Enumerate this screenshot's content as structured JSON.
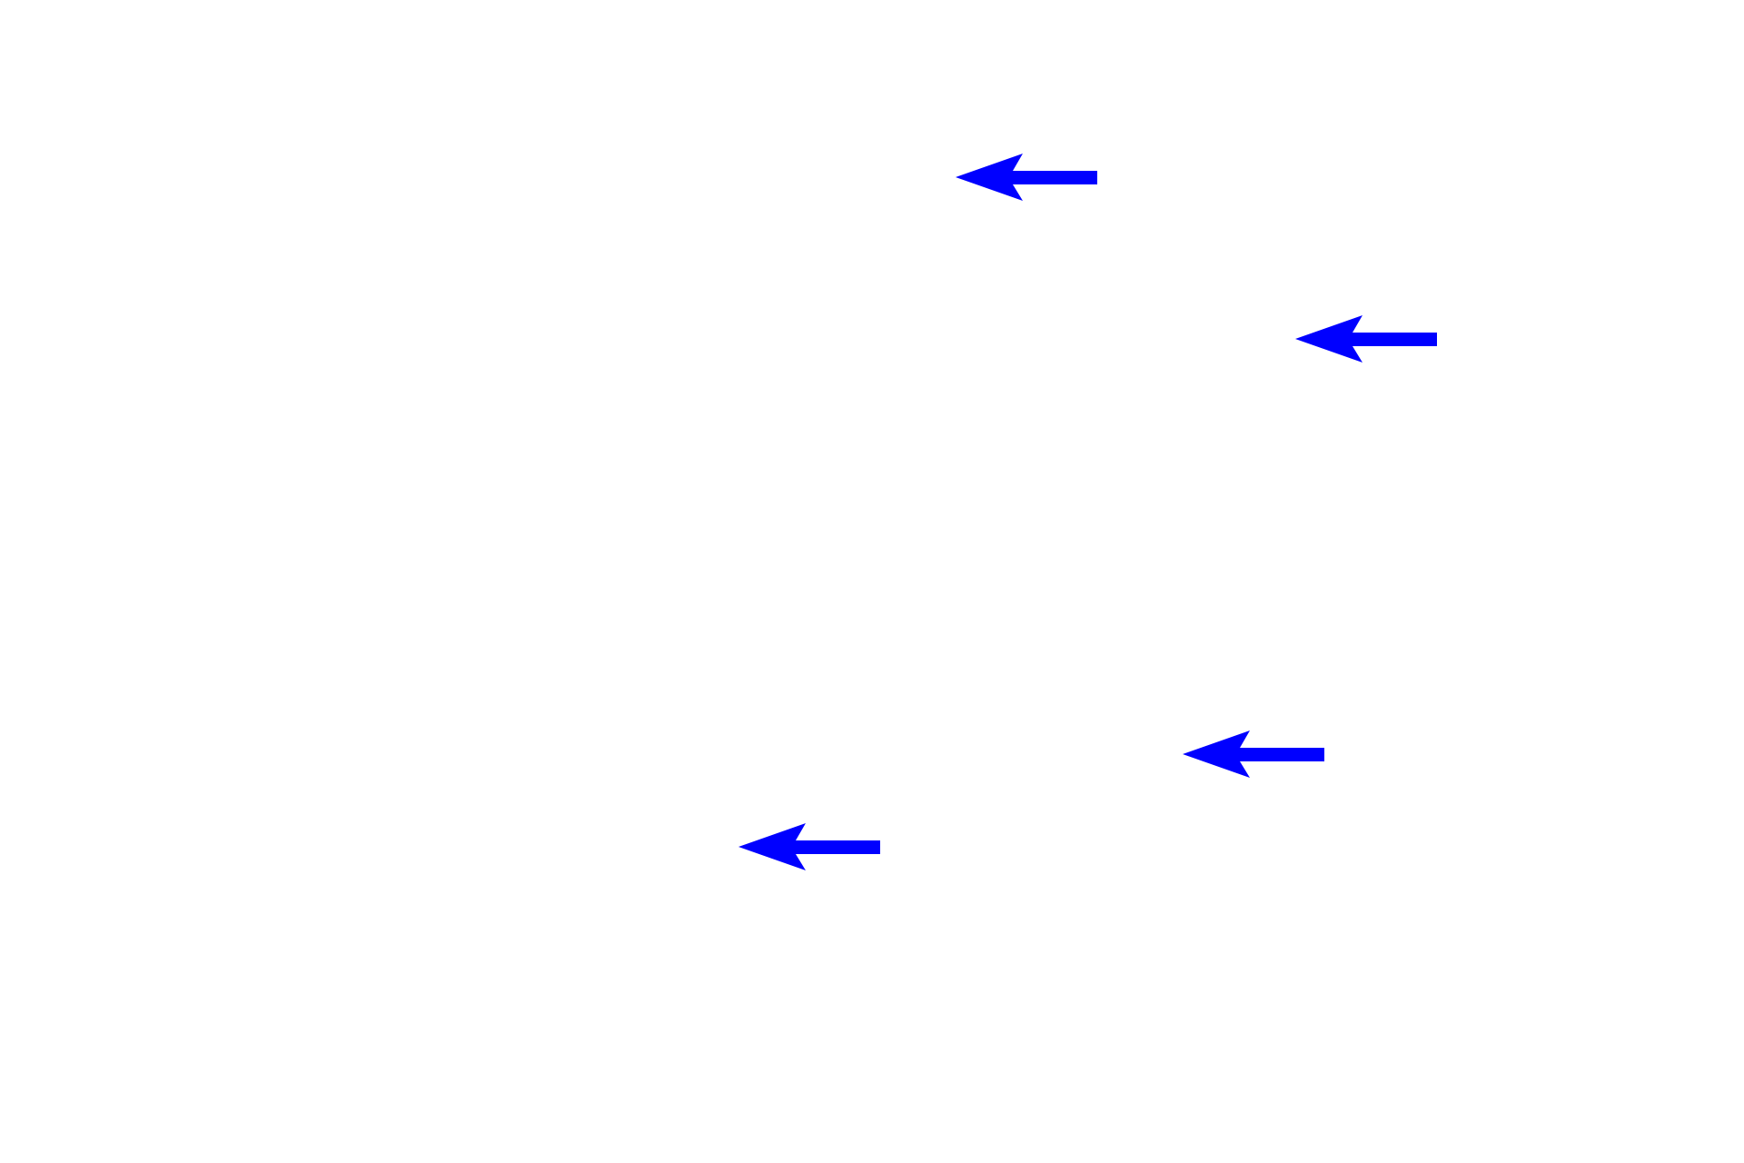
{
  "arrow_color": "#0000ff",
  "background_color": "#ffffff",
  "arrows": [
    {
      "icon": "arrow-left-icon",
      "direction": "left"
    },
    {
      "icon": "arrow-left-icon",
      "direction": "left"
    },
    {
      "icon": "arrow-left-icon",
      "direction": "left"
    },
    {
      "icon": "arrow-left-icon",
      "direction": "left"
    }
  ],
  "labels": []
}
